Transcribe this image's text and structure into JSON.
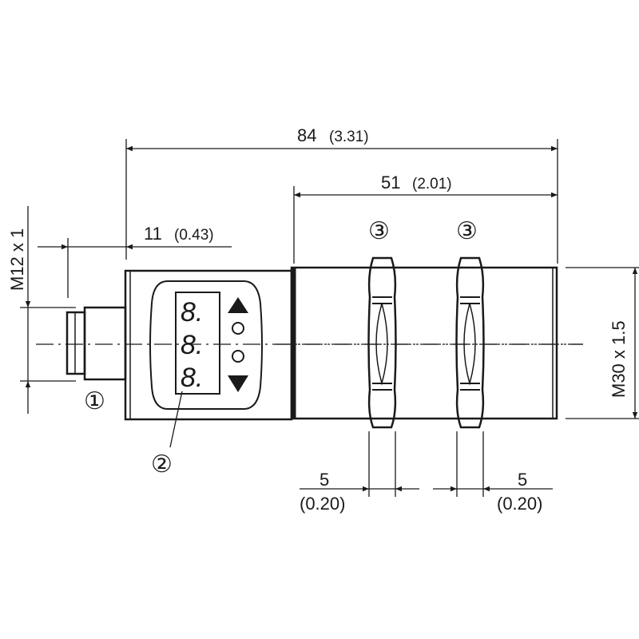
{
  "dimensions": {
    "overall_length": {
      "value": "84",
      "inch": "(3.31)"
    },
    "tube_length": {
      "value": "51",
      "inch": "(2.01)"
    },
    "connector_length": {
      "value": "11",
      "inch": "(0.43)"
    },
    "connector_thread": "M12 x 1",
    "housing_thread": "M30 x 1.5",
    "nut_width_left": {
      "value": "5",
      "inch": "(0.20)"
    },
    "nut_width_right": {
      "value": "5",
      "inch": "(0.20)"
    }
  },
  "callouts": [
    "①",
    "②",
    "③",
    "③"
  ],
  "colors": {
    "line": "#1a1a1a",
    "background": "#ffffff"
  }
}
